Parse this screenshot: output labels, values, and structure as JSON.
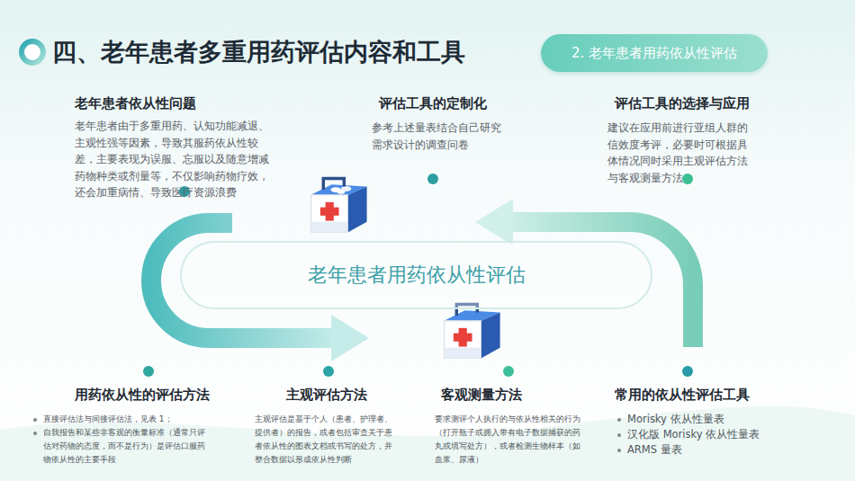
{
  "diagram": {
    "title": "四、老年患者多重用药评估内容和工具",
    "nodes": [
      {
        "text": [
          "2. 老年患者用药依从性评估"
        ]
      },
      {
        "text": [
          "老年患者用药依从性评估"
        ]
      }
    ],
    "labels": [
      "老年患者依从性问题",
      "老年患者由于多重用药、认知功能减退、主观性强等因素，导致其服药依从性较差，主要表现为误服、忘服以及随意增减药物种类或剂量等，不仅影响药物疗效，还会加重病情、导致医疗资源浪费",
      "评估工具的定制化",
      "参考上述量表结合自己研究需求设计的调查问卷",
      "评估工具的选择与应用",
      "建议在应用前进行亚组人群的信效度考评，必要时可根据具体情况同时采用主观评估方法与客观测量方法",
      "用药依从性的评估方法",
      "直接评估法与间接评估法，见表 1；",
      "自我报告和某些非客观的衡量标准（通常只评估对药物的态度，而不是行为）是评估口服药物依从性的主要手段",
      "主观评估方法",
      "主观评估是基于个人（患者、护理者、提供者）的报告，或者包括审查关于患者依从性的图表文档或书写的处方，并整合数据以形成依从性判断",
      "客观测量方法",
      "要求测评个人执行的与依从性相关的行为（打开瓶子或拥入带有电子数据捕获的药丸或填写处方），或者检测生物样本（如血浆、尿液）",
      "常用的依从性评估工具",
      "Morisky 依从性量表",
      "汉化版 Morisky 依从性量表",
      "ARMS 量表"
    ]
  }
}
